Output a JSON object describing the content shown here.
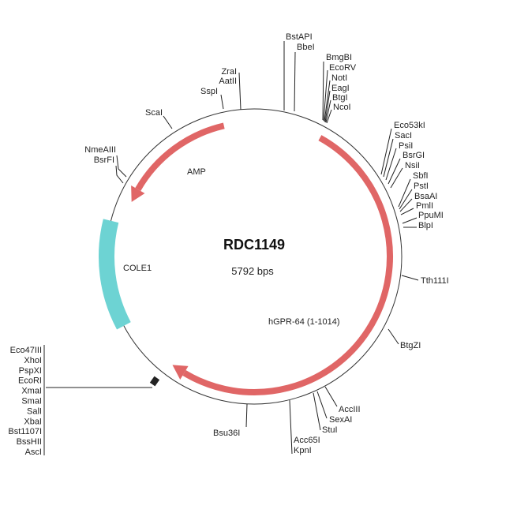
{
  "plasmid": {
    "name": "RDC1149",
    "size": "5792 bps"
  },
  "colors": {
    "cds": "#e06666",
    "ori": "#6dd3d3",
    "backbone": "#333333"
  },
  "features": {
    "amp": "AMP",
    "cole1": "COLE1",
    "gpr64": "hGPR-64 (1-1014)"
  },
  "sites": {
    "top": [
      "BstAPI",
      "BbeI",
      "BmgBI",
      "EcoRV",
      "NotI",
      "EagI",
      "BtgI",
      "NcoI"
    ],
    "right": [
      "Eco53kI",
      "SacI",
      "PsiI",
      "BsrGI",
      "NsiI",
      "SbfI",
      "PstI",
      "BsaAI",
      "PmlI",
      "PpuMI",
      "BlpI"
    ],
    "tth": "Tth111I",
    "btgz": "BtgZI",
    "bottom_right": [
      "AccIII",
      "SexAI",
      "StuI"
    ],
    "kpn": [
      "Acc65I",
      "KpnI"
    ],
    "bsu": "Bsu36I",
    "mcs": [
      "Eco47III",
      "XhoI",
      "PspXI",
      "EcoRI",
      "XmaI",
      "SmaI",
      "SalI",
      "XbaI",
      "Bst1107I",
      "BssHII",
      "AscI"
    ],
    "left": [
      "NmeAIII",
      "BsrFI"
    ],
    "scai": "ScaI",
    "sspi": "SspI",
    "top_left": [
      "ZraI",
      "AatII"
    ]
  }
}
